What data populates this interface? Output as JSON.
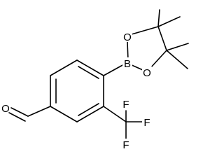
{
  "molecule": {
    "atoms": {
      "boron": "B",
      "oxygen_top": "O",
      "oxygen_bottom": "O",
      "oxygen_aldehyde": "O",
      "fluorine_1": "F",
      "fluorine_2": "F",
      "fluorine_3": "F"
    }
  },
  "colors": {
    "stroke": "#000000",
    "background": "#ffffff"
  }
}
